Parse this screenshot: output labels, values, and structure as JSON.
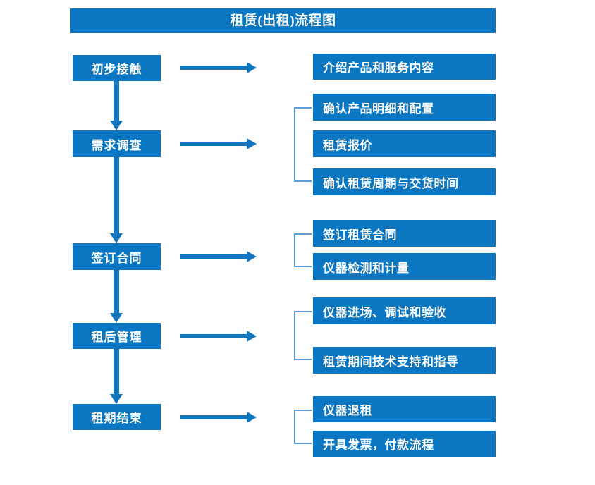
{
  "diagram": {
    "title": "租赁(出租)流程图",
    "colors": {
      "box_fill": "#0B77C2",
      "box_text": "#FFFFFF",
      "arrow": "#1276BE",
      "bracket": "#5B9BD5",
      "background": "#FFFFFF"
    },
    "stages": [
      {
        "id": "stage-initial-contact",
        "label": "初步接触",
        "details": [
          {
            "id": "detail-introduce-product-service",
            "label": "介绍产品和服务内容"
          }
        ],
        "bracketed": false
      },
      {
        "id": "stage-needs-survey",
        "label": "需求调查",
        "details": [
          {
            "id": "detail-confirm-product-spec",
            "label": "确认产品明细和配置"
          },
          {
            "id": "detail-rental-quotation",
            "label": "租赁报价"
          },
          {
            "id": "detail-confirm-period-delivery",
            "label": "确认租赁周期与交货时间"
          }
        ],
        "bracketed": true
      },
      {
        "id": "stage-sign-contract",
        "label": "签订合同",
        "details": [
          {
            "id": "detail-sign-rental-contract",
            "label": "签订租赁合同"
          },
          {
            "id": "detail-instrument-test-metering",
            "label": "仪器检测和计量"
          }
        ],
        "bracketed": true
      },
      {
        "id": "stage-post-rental-management",
        "label": "租后管理",
        "details": [
          {
            "id": "detail-instrument-entry-commission-accept",
            "label": "仪器进场、调试和验收"
          },
          {
            "id": "detail-technical-support-guidance",
            "label": "租赁期间技术支持和指导"
          }
        ],
        "bracketed": true
      },
      {
        "id": "stage-rental-end",
        "label": "租期结束",
        "details": [
          {
            "id": "detail-instrument-return",
            "label": "仪器退租"
          },
          {
            "id": "detail-invoice-payment-process",
            "label": "开具发票，付款流程"
          }
        ],
        "bracketed": true
      }
    ],
    "connectors": {
      "down_arrow_name": "down-arrow-icon",
      "right_arrow_name": "right-arrow-icon",
      "bracket_name": "group-bracket"
    }
  }
}
